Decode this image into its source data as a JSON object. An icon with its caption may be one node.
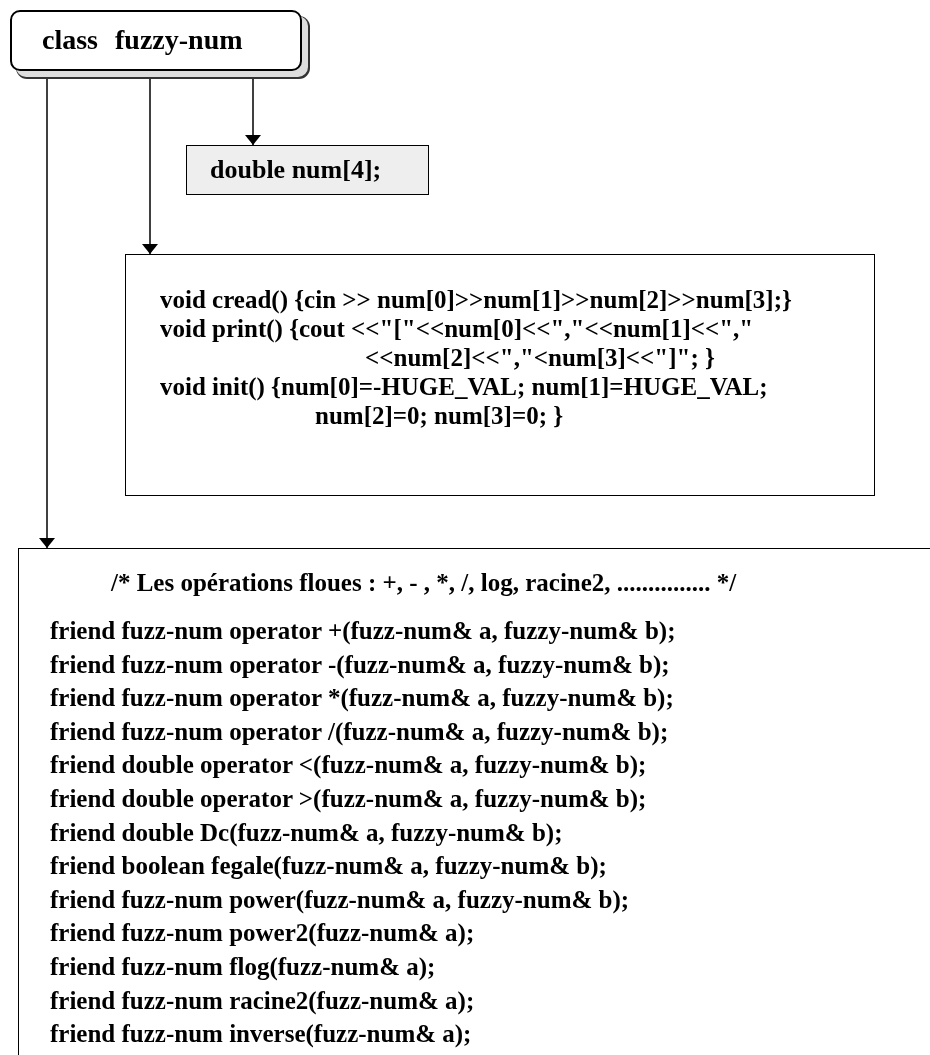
{
  "diagram": {
    "nodes": [
      {
        "text": [
          "class fuzzy-num"
        ]
      },
      {
        "text": [
          "double num[4];"
        ]
      },
      {
        "text": [
          "void cread() {cin >> num[0]>>num[1]>>num[2]>>num[3];}",
          "void print() {cout <<\"[\"<<num[0]<<\",\"<<num[1]<<\",\" <<num[2]<<\",\"<num[3]<<\"]\"; }",
          "void init() {num[0]=-HUGE_VAL; num[1]=HUGE_VAL; num[2]=0; num[3]=0; }"
        ]
      },
      {
        "text": [
          "/* Les opérations floues : +, - , *, /, log, racine2, ............... */",
          "friend fuzz-num operator +(fuzz-num& a, fuzzy-num& b);",
          "friend fuzz-num operator -(fuzz-num& a, fuzzy-num& b);",
          "friend fuzz-num operator *(fuzz-num& a, fuzzy-num& b);",
          "friend fuzz-num operator /(fuzz-num& a, fuzzy-num& b);",
          "friend double operator <(fuzz-num& a, fuzzy-num& b);",
          "friend double operator >(fuzz-num& a, fuzzy-num& b);",
          "friend double Dc(fuzz-num& a, fuzzy-num& b);",
          "friend boolean fegale(fuzz-num& a, fuzzy-num& b);",
          "friend fuzz-num power(fuzz-num& a, fuzzy-num& b);",
          "friend fuzz-num power2(fuzz-num& a);",
          "friend fuzz-num flog(fuzz-num& a);",
          "friend fuzz-num racine2(fuzz-num& a);",
          "friend fuzz-num inverse(fuzz-num& a);"
        ]
      }
    ],
    "edges": [
      {
        "from": 0,
        "to": 3,
        "arrow": "to"
      },
      {
        "from": 0,
        "to": 2,
        "arrow": "to"
      },
      {
        "from": 0,
        "to": 1,
        "arrow": "to"
      }
    ]
  }
}
